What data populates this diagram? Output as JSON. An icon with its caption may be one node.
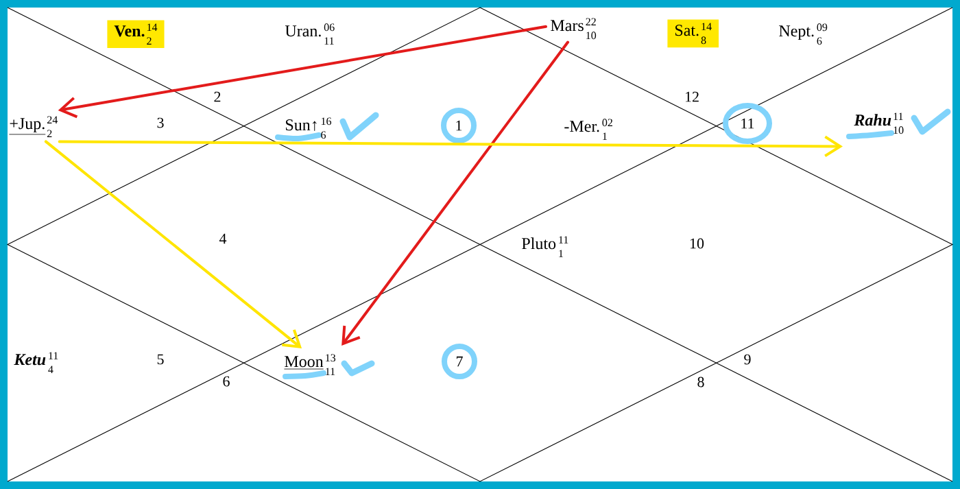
{
  "diagram": {
    "nodes": [
      {
        "text": [
          "Ven.",
          "14",
          "2"
        ]
      },
      {
        "text": [
          "Mars",
          "22",
          "10"
        ]
      },
      {
        "text": [
          "Sat.",
          "14",
          "8"
        ]
      },
      {
        "text": [
          "+Jup.",
          "24",
          "2"
        ]
      },
      {
        "text": [
          "1"
        ]
      },
      {
        "text": [
          "11"
        ]
      },
      {
        "text": [
          "Rahu",
          "11",
          "10"
        ]
      },
      {
        "text": [
          "Moon",
          "13",
          "11"
        ]
      },
      {
        "text": [
          "7"
        ]
      }
    ],
    "edges": [
      {
        "from": 1,
        "to": 3,
        "arrow": "to",
        "color": "#e31b1b"
      },
      {
        "from": 1,
        "to": 7,
        "arrow": "to",
        "color": "#e31b1b"
      },
      {
        "from": 3,
        "to": 6,
        "arrow": "to",
        "color": "#ffe500"
      },
      {
        "from": 3,
        "to": 7,
        "arrow": "to",
        "color": "#ffe500"
      }
    ],
    "labels": [
      "Uran.",
      "06",
      "11",
      "Nept.",
      "09",
      "6",
      "2",
      "12",
      "3",
      "Sun↑",
      "16",
      "6",
      "-Mer.",
      "02",
      "1",
      "4",
      "Pluto",
      "11",
      "1",
      "10",
      "Ketu",
      "11",
      "4",
      "5",
      "9",
      "6",
      "8"
    ]
  }
}
